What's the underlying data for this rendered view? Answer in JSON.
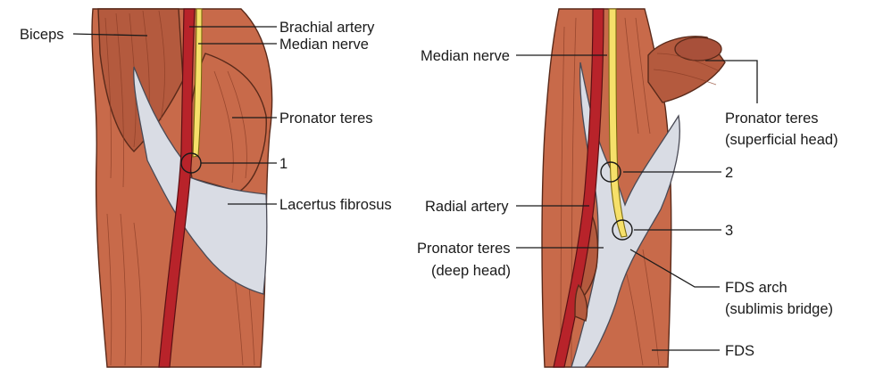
{
  "left_panel": {
    "labels": {
      "biceps": "Biceps",
      "brachial_artery": "Brachial artery",
      "median_nerve": "Median nerve",
      "pronator_teres": "Pronator teres",
      "site_1": "1",
      "lacertus_fibrosus": "Lacertus fibrosus"
    }
  },
  "right_panel": {
    "labels": {
      "median_nerve": "Median nerve",
      "pronator_teres_superficial_line1": "Pronator teres",
      "pronator_teres_superficial_line2": "(superficial head)",
      "site_2": "2",
      "radial_artery": "Radial artery",
      "site_3": "3",
      "pronator_teres_deep_line1": "Pronator teres",
      "pronator_teres_deep_line2": "(deep head)",
      "fds_arch_line1": "FDS arch",
      "fds_arch_line2": "(sublimis bridge)",
      "fds": "FDS"
    }
  },
  "colors": {
    "muscle": "#c86a4a",
    "fascia": "#d9dce4",
    "artery": "#b8232a",
    "nerve": "#f6e06a"
  }
}
